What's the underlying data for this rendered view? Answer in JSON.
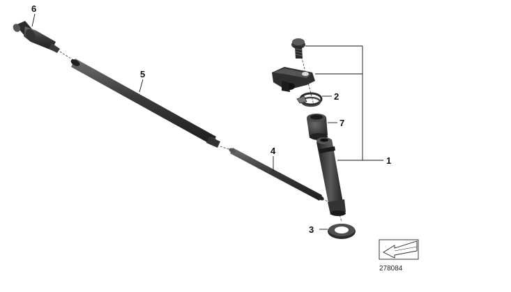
{
  "diagram": {
    "callouts": [
      {
        "id": "1",
        "label": "1"
      },
      {
        "id": "2",
        "label": "2"
      },
      {
        "id": "3",
        "label": "3"
      },
      {
        "id": "4",
        "label": "4"
      },
      {
        "id": "5",
        "label": "5"
      },
      {
        "id": "6",
        "label": "6"
      },
      {
        "id": "7",
        "label": "7"
      }
    ],
    "diagram_number": "278084",
    "colors": {
      "part_dark": "#2b2b2b",
      "part_mid": "#4a4a4a",
      "part_light": "#7a7a7a",
      "leader": "#111111",
      "background": "#ffffff"
    },
    "icons": [
      "direction-arrow-icon"
    ]
  }
}
